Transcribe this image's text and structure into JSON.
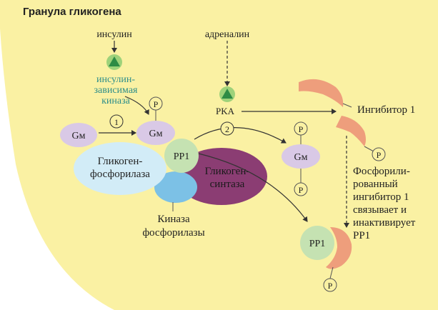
{
  "title": "Гранула гликогена",
  "signals": {
    "insulin": "инсулин",
    "adrenaline": "адреналин"
  },
  "kinase": {
    "line1": "инсулин-",
    "line2": "зависимая",
    "line3": "киназа"
  },
  "pka_label": "PKA",
  "gm_label": "Gм",
  "p_label": "P",
  "pp1_label": "PP1",
  "step_numbers": [
    "1",
    "2"
  ],
  "phosphorylase": {
    "line1": "Гликоген-",
    "line2": "фосфорилаза"
  },
  "synthase": {
    "line1": "Гликоген-",
    "line2": "синтаза"
  },
  "phosphorylase_kinase": {
    "line1": "Киназа",
    "line2": "фосфорилазы"
  },
  "inhibitor_label": "Ингибитор 1",
  "note_lines": [
    "Фосфорили-",
    "рованный",
    "ингибитор 1",
    "связывает и",
    "инактивирует",
    "PP1"
  ],
  "colors": {
    "background": "#faf1a3",
    "gm": "#d9c9e6",
    "pp1": "#c5e2b2",
    "phosphorylase": "#d2ecf7",
    "synthase": "#8b3d73",
    "phosphorylase_kinase": "#7cc1e6",
    "inhibitor": "#ee9e7c",
    "kinase_text": "#2e8e8a",
    "triangle": "#2e8b45"
  }
}
